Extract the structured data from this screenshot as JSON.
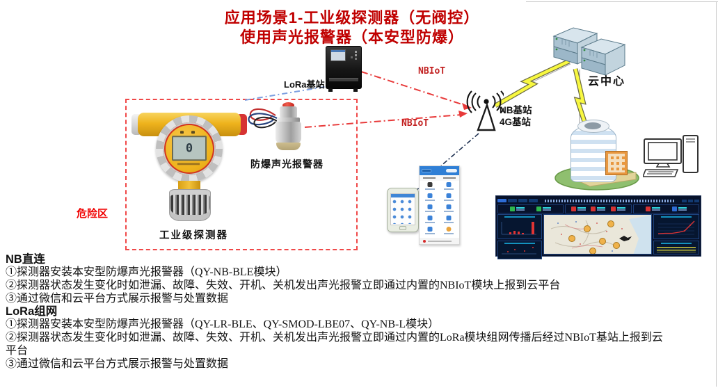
{
  "title": {
    "line1": "应用场景1-工业级探测器（无阀控）",
    "line2": "使用声光报警器（本安型防爆）"
  },
  "diagram": {
    "danger_zone_label": "危险区",
    "detector": {
      "label": "工业级探测器",
      "display_value": "0"
    },
    "alarm": {
      "label": "防爆声光报警器"
    },
    "lora_station": {
      "label": "LoRa基站"
    },
    "nb_station": {
      "label_line1": "NB基站",
      "label_line2": "4G基站"
    },
    "cloud": {
      "label": "云中心"
    },
    "links": {
      "nbiot_upper": "NBIoT",
      "nbiot_lower": "NBIoT"
    }
  },
  "notes": {
    "nb": {
      "heading": "NB直连",
      "items": [
        "①探测器安装本安型防爆声光报警器（QY-NB-BLE模块）",
        "②探测器状态发生变化时如泄漏、故障、失效、开机、关机发出声光报警立即通过内置的NBIoT模块上报到云平台",
        "③通过微信和云平台方式展示报警与处置数据"
      ]
    },
    "lora": {
      "heading": "LoRa组网",
      "items": [
        "①探测器安装本安型防爆声光报警器（QY-LR-BLE、QY-SMOD-LBE07、QY-NB-L模块）",
        "②探测器状态发生变化时如泄漏、故障、失效、开机、关机发出声光报警立即通过内置的LoRa模块组网传播后经过NBIoT基站上报到云平台",
        "③通过微信和云平台方式展示报警与处置数据"
      ]
    }
  },
  "colors": {
    "title_red": "#c00000",
    "danger_red": "#f04848",
    "link_red": "#e83a3a",
    "link_blue": "#7d9fe0",
    "link_navy": "#1e3050",
    "lightning_yellow": "#f8f840",
    "detector_yellow": "#eeb31d",
    "dashboard_bg": "#07122b"
  }
}
